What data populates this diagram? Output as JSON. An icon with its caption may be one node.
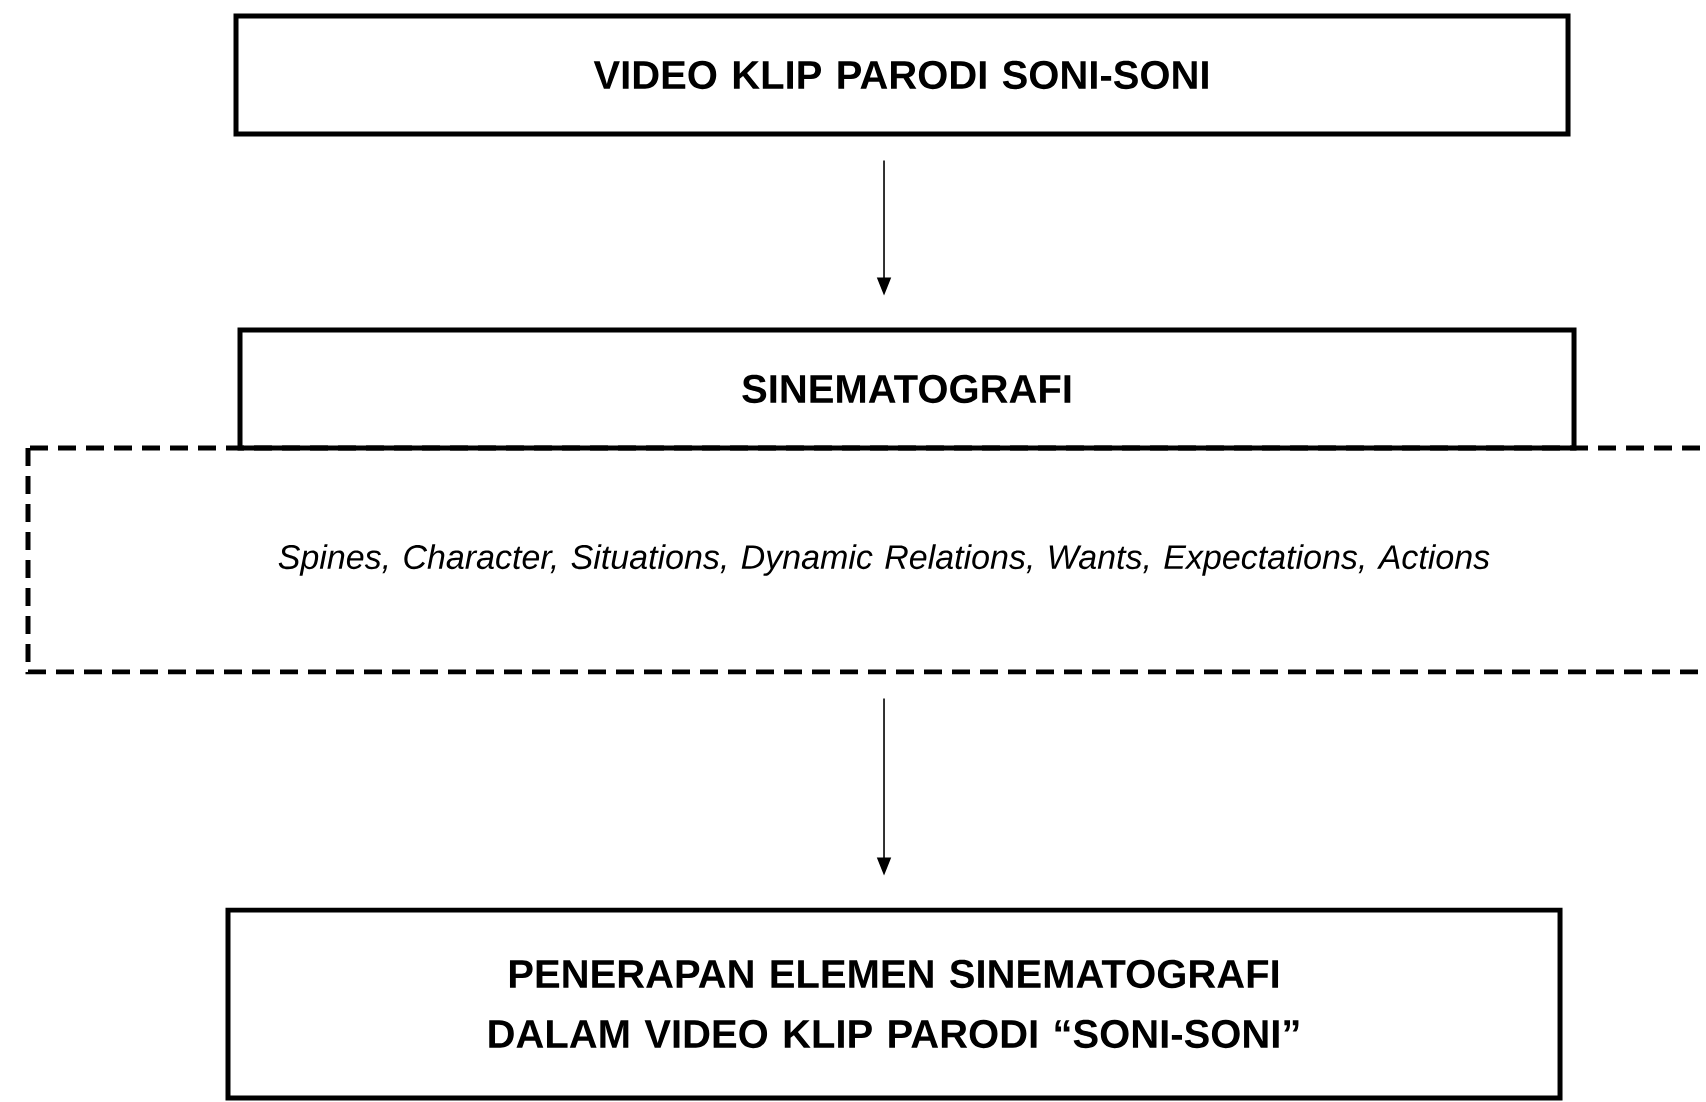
{
  "diagram": {
    "nodes": [
      {
        "text": [
          "VIDEO KLIP PARODI SONI-SONI"
        ]
      },
      {
        "text": [
          "SINEMATOGRAFI"
        ]
      },
      {
        "text": [
          "Spines, Character, Situations, Dynamic Relations, Wants, Expectations, Actions"
        ]
      },
      {
        "text": [
          "PENERAPAN ELEMEN SINEMATOGRAFI DALAM VIDEO KLIP PARODI “SONI-SONI”"
        ]
      }
    ],
    "edges": [
      {
        "from": 0,
        "to": 1,
        "arrow": "to"
      },
      {
        "from": 2,
        "to": 3,
        "arrow": "to"
      }
    ]
  }
}
